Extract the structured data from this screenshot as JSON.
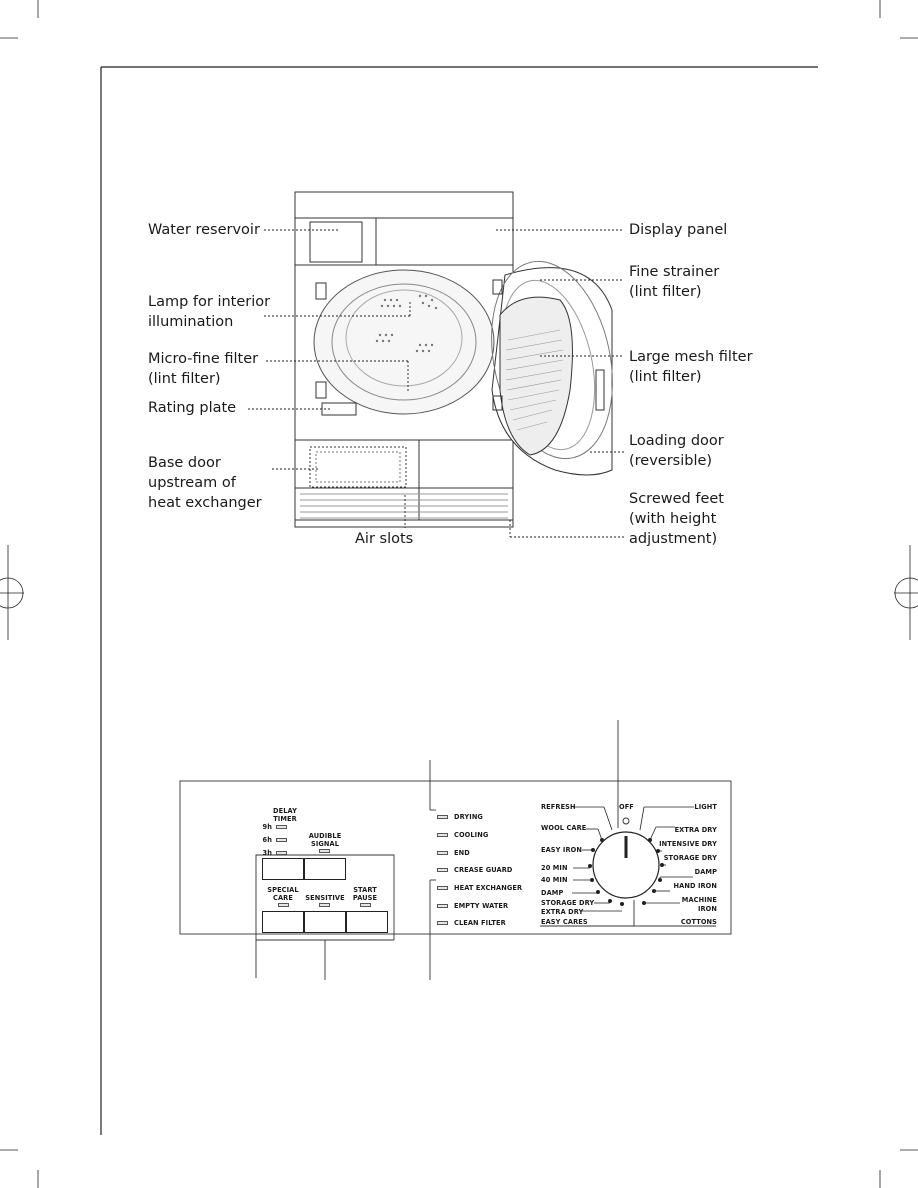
{
  "dryer_diagram": {
    "labels": {
      "water_reservoir": "Water reservoir",
      "lamp_l1": "Lamp for interior",
      "lamp_l2": "illumination",
      "micro_l1": "Micro-fine filter",
      "micro_l2": "(lint filter)",
      "rating_plate": "Rating plate",
      "base_l1": "Base door",
      "base_l2": "upstream of",
      "base_l3": "heat exchanger",
      "air_slots": "Air slots",
      "display_panel": "Display panel",
      "fine_l1": "Fine strainer",
      "fine_l2": "(lint filter)",
      "mesh_l1": "Large mesh filter",
      "mesh_l2": "(lint filter)",
      "door_l1": "Loading door",
      "door_l2": "(reversible)",
      "feet_l1": "Screwed feet",
      "feet_l2": "(with height",
      "feet_l3": "adjustment)"
    }
  },
  "control_panel": {
    "delay_timer": {
      "l1": "DELAY",
      "l2": "TIMER",
      "h9": "9h",
      "h6": "6h",
      "h3": "3h"
    },
    "audible_signal": {
      "l1": "AUDIBLE",
      "l2": "SIGNAL"
    },
    "special_care": {
      "l1": "SPECIAL",
      "l2": "CARE"
    },
    "sensitive": "SENSITIVE",
    "start_pause": {
      "l1": "START",
      "l2": "PAUSE"
    },
    "indicators": [
      "DRYING",
      "COOLING",
      "END",
      "CREASE GUARD",
      "HEAT EXCHANGER",
      "EMPTY WATER",
      "CLEAN FILTER"
    ],
    "dial": {
      "off": "OFF",
      "left": [
        "REFRESH",
        "WOOL CARE",
        "EASY IRON",
        "20 MIN",
        "40 MIN",
        "DAMP",
        "STORAGE DRY",
        "EXTRA DRY",
        "EASY CARES"
      ],
      "right": [
        "LIGHT",
        "EXTRA DRY",
        "INTENSIVE DRY",
        "STORAGE DRY",
        "DAMP",
        "HAND IRON",
        "MACHINE",
        "IRON",
        "COTTONS"
      ]
    }
  }
}
